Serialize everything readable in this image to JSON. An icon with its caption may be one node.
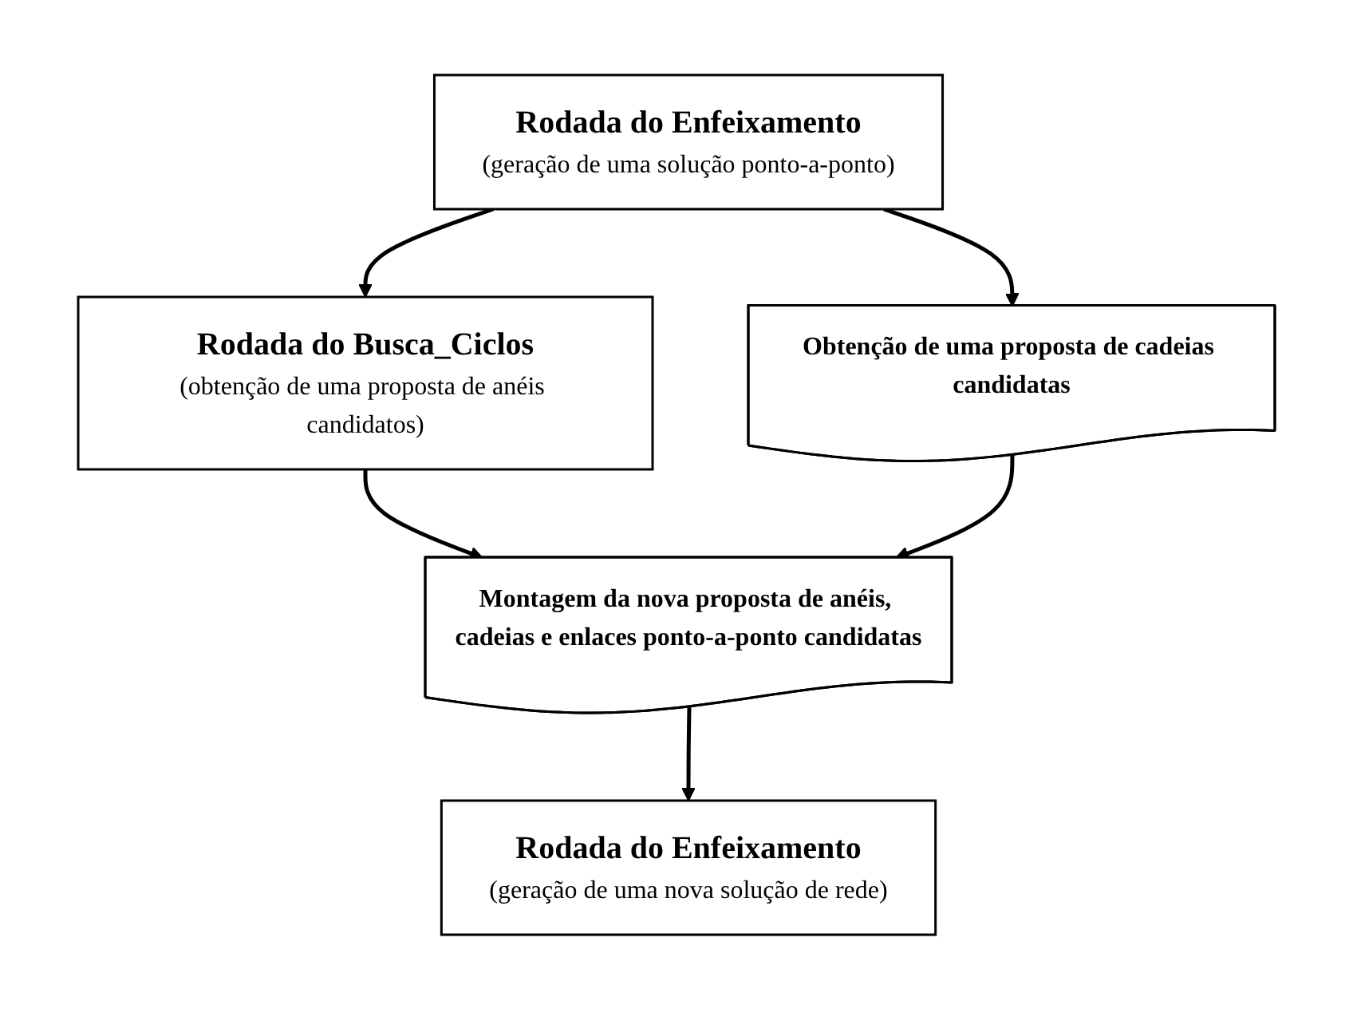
{
  "diagram": {
    "nodes": [
      {
        "text": [
          "Rodada do Enfeixamento",
          "(geração de uma solução ponto-a-ponto)"
        ]
      },
      {
        "text": [
          "Obtenção de uma proposta de cadeias candidatas"
        ]
      },
      {
        "text": [
          "Rodada do Busca_Ciclos",
          "(obtenção de uma proposta de anéis candidatos)"
        ]
      },
      {
        "text": [
          "Montagem da nova proposta de anéis, cadeias e enlaces ponto-a-ponto candidatas"
        ]
      },
      {
        "text": [
          "Rodada do Enfeixamento",
          "(geração de uma nova solução de rede)"
        ]
      }
    ],
    "edges": [
      {
        "from": 0,
        "to": 1,
        "arrow": "to"
      },
      {
        "from": 0,
        "to": 2,
        "arrow": "to"
      },
      {
        "from": 2,
        "to": 3,
        "arrow": "to"
      },
      {
        "from": 1,
        "to": 3,
        "arrow": "to"
      },
      {
        "from": 3,
        "to": 4,
        "arrow": "to"
      }
    ]
  }
}
